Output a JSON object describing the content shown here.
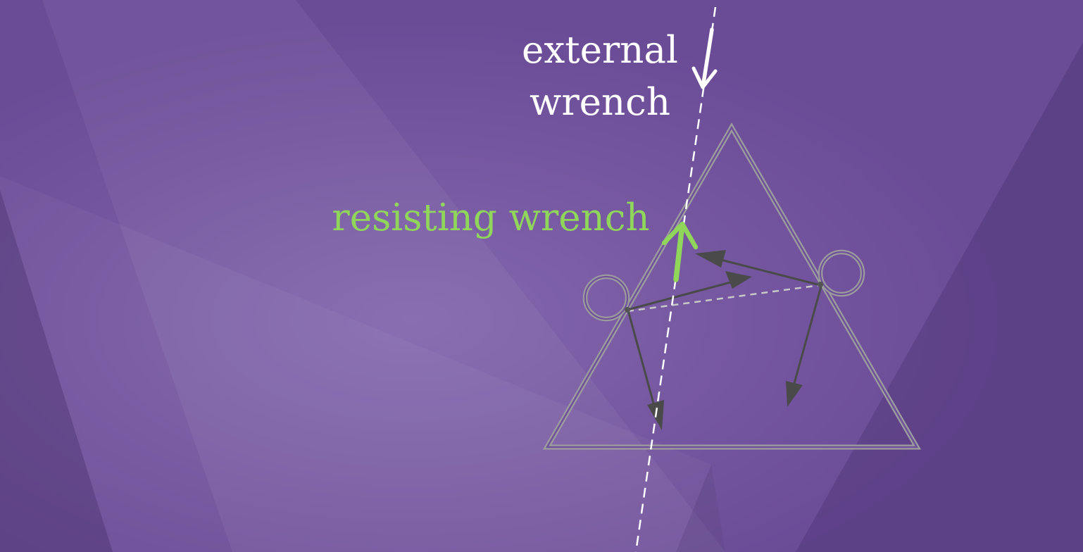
{
  "labels": {
    "external": "external",
    "wrench": "wrench",
    "resisting": "resisting wrench"
  },
  "colors": {
    "background": "#6f509b",
    "background_light": "#8a6db2",
    "background_dark": "#4a3470",
    "shape_stroke": "#9d9d9d",
    "force_arrow": "#4a4a4a",
    "line_of_action": "#ffffff",
    "external_text": "#ffffff",
    "resisting": "#8fd65a"
  },
  "diagram": {
    "external_wrench_line_style": "dashed",
    "contact_normal_line_style": "dashed",
    "finger_count": 2,
    "friction_cone_edges_per_finger": 2
  }
}
